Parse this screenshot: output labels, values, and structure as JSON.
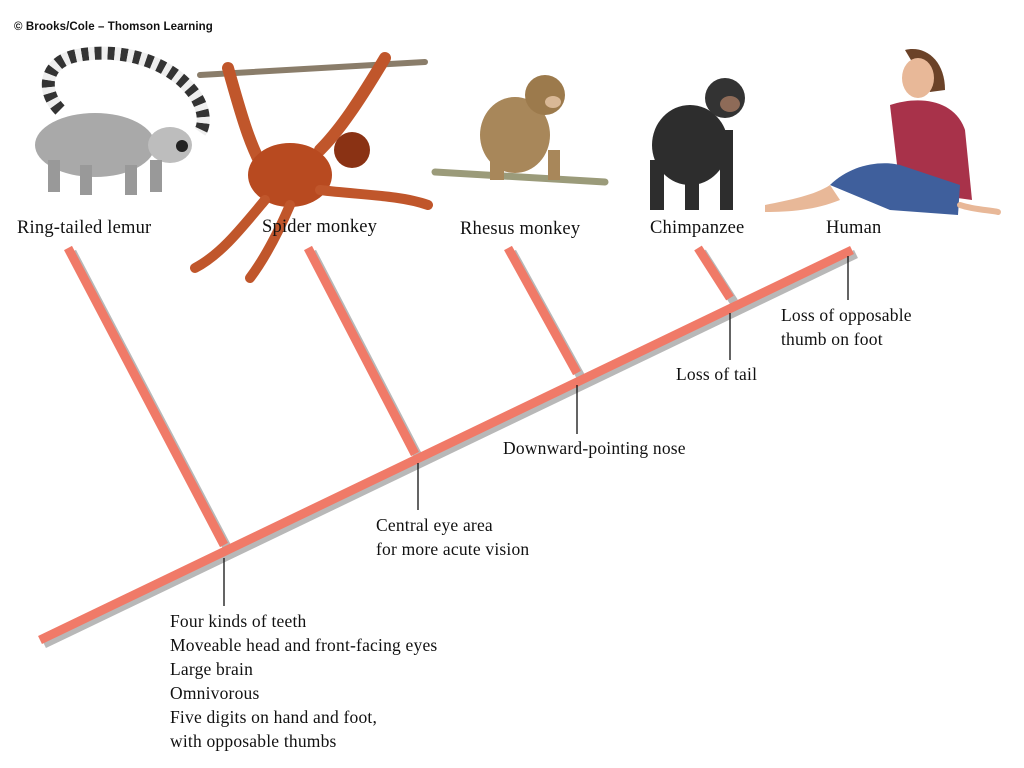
{
  "credit": "© Brooks/Cole – Thomson Learning",
  "colors": {
    "branch": "#f07a68",
    "shadow": "#b8b8b8",
    "text": "#111111"
  },
  "taxa": [
    {
      "label": "Ring-tailed lemur",
      "icon": "ring-tailed-lemur-illustration"
    },
    {
      "label": "Spider monkey",
      "icon": "spider-monkey-illustration"
    },
    {
      "label": "Rhesus monkey",
      "icon": "rhesus-monkey-illustration"
    },
    {
      "label": "Chimpanzee",
      "icon": "chimpanzee-illustration"
    },
    {
      "label": "Human",
      "icon": "human-illustration"
    }
  ],
  "traits": [
    {
      "lines": [
        "Four kinds of teeth",
        "Moveable head and front-facing eyes",
        "Large brain",
        "Omnivorous",
        "Five digits on hand and foot,",
        "with opposable thumbs"
      ]
    },
    {
      "lines": [
        "Central eye area",
        "for more acute vision"
      ]
    },
    {
      "lines": [
        "Downward-pointing nose"
      ]
    },
    {
      "lines": [
        "Loss of tail"
      ]
    },
    {
      "lines": [
        "Loss of opposable",
        "thumb on foot"
      ]
    }
  ]
}
